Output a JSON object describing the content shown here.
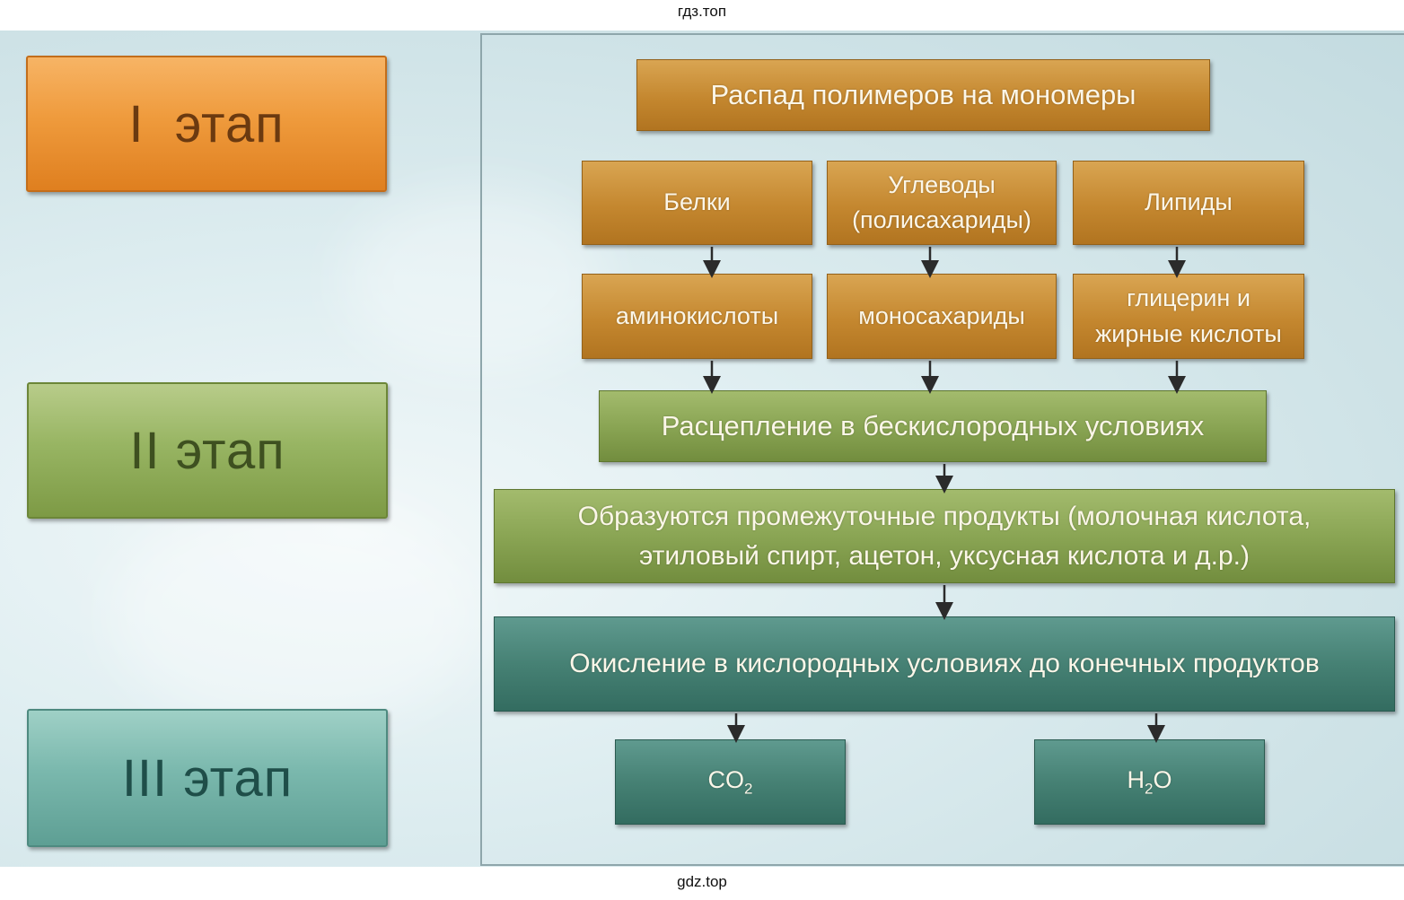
{
  "watermark": {
    "top": "гдз.топ",
    "bottom": "gdz.top"
  },
  "stages": {
    "stage1": "I  этап",
    "stage2": "II этап",
    "stage3": "III этап"
  },
  "diagram": {
    "polymer_breakdown": "Распад полимеров на мономеры",
    "proteins": "Белки",
    "carbs_line1": "Углеводы",
    "carbs_line2": "(полисахариды)",
    "lipids": "Липиды",
    "amino_acids": "аминокислоты",
    "monosaccharides": "моносахариды",
    "glycerol_line1": "глицерин и",
    "glycerol_line2": "жирные кислоты",
    "anaerobic": "Расцепление в бескислородных условиях",
    "intermediates_line1": "Образуются промежуточные продукты (молочная кислота,",
    "intermediates_line2": "этиловый спирт, ацетон, уксусная кислота и д.р.)",
    "oxidation": "Окисление в кислородных условиях до конечных продуктов",
    "co2_main": "CO",
    "co2_sub": "2",
    "h2o_h": "H",
    "h2o_sub": "2",
    "h2o_o": "O"
  },
  "colors": {
    "stage1": "#ef9b3d",
    "stage2": "#98b563",
    "stage3": "#7ab8ad",
    "box_orange": "#c4872f",
    "box_green": "#8aa554",
    "box_teal": "#468174"
  }
}
